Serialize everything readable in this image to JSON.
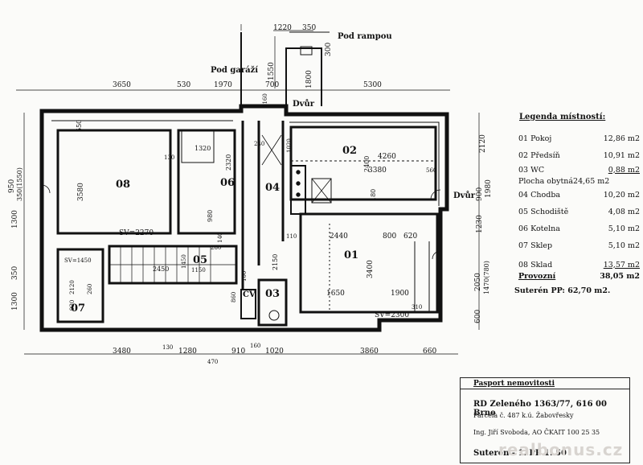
{
  "labels": {
    "pod_rampou": "Pod rampou",
    "pod_garazi": "Pod garáží",
    "dvur_top": "Dvůr",
    "dvur_right": "Dvůr",
    "cv": "CV",
    "sv_08": "SV=2270",
    "sv_01": "SV=2300",
    "sv_07": "SV=1450"
  },
  "dimensions": {
    "top": [
      "3650",
      "530",
      "1970",
      "700",
      "5300"
    ],
    "top_upper": [
      "1220",
      "350"
    ],
    "top_vertical": [
      "1550",
      "1800",
      "300"
    ],
    "bottom": [
      "3480",
      "130",
      "1280",
      "910",
      "160",
      "1020",
      "3860",
      "660"
    ],
    "bottom_extra": "470",
    "left": [
      "950",
      "350(1550)",
      "1300",
      "350",
      "1300"
    ],
    "right": [
      "2120",
      "900",
      "1980",
      "1230",
      "2050",
      "1470(780)",
      "600"
    ],
    "interior": [
      "550",
      "3580",
      "130",
      "1320",
      "2320",
      "980",
      "140",
      "1020",
      "3380",
      "4260",
      "2400",
      "560",
      "180",
      "1160",
      "110",
      "2440",
      "800",
      "620",
      "3400",
      "1650",
      "1900",
      "310",
      "2150",
      "100",
      "2450",
      "1450",
      "1150",
      "2120",
      "920",
      "260",
      "860",
      "240",
      "280"
    ]
  },
  "rooms": [
    "01",
    "02",
    "03",
    "04",
    "05",
    "06",
    "07",
    "08"
  ],
  "legend": {
    "title": "Legenda místností:",
    "items": [
      {
        "num": "01",
        "name": "Pokoj",
        "area": "12,86 m2"
      },
      {
        "num": "02",
        "name": "Předsíň",
        "area": "10,91 m2"
      },
      {
        "num": "03",
        "name": "WC",
        "area": "0,88 m2"
      }
    ],
    "plocha_obytna": "Plocha obytná24,65 m2",
    "items2": [
      {
        "num": "04",
        "name": "Chodba",
        "area": "10,20 m2"
      },
      {
        "num": "05",
        "name": "Schodiště",
        "area": "4,08 m2"
      },
      {
        "num": "06",
        "name": "Kotelna",
        "area": "5,10 m2"
      },
      {
        "num": "07",
        "name": "Sklep",
        "area": "5,10 m2"
      },
      {
        "num": "08",
        "name": "Sklad",
        "area": "13,57 m2"
      }
    ],
    "provozni_label": "Provozní",
    "provozni_area": "38,05 m2",
    "total": "Suterén PP:   62,70 m2."
  },
  "stamp": {
    "header": "Pasport nemovitosti",
    "address": "RD Zeleného 1363/77,  616 00 Brno",
    "parcel": "Parcela č. 487 k.ú. Žabovřesky",
    "engineer": "Ing. Jiří Svoboda, AO ČKAIT 100 25 35",
    "floor": "Suterén - 1. PP   1: 50"
  },
  "watermark": "realbonus.cz"
}
